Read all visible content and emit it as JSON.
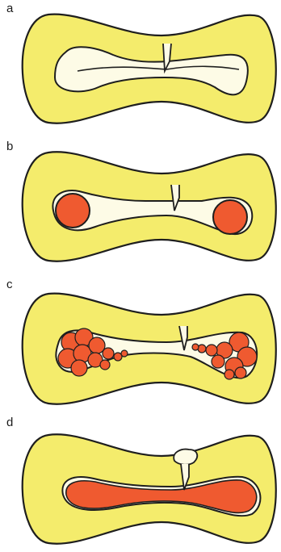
{
  "panels": [
    {
      "label": "a",
      "stage": "empty-lumen"
    },
    {
      "label": "b",
      "stage": "two-spheres"
    },
    {
      "label": "c",
      "stage": "clustered-spheres"
    },
    {
      "label": "d",
      "stage": "filled-lumen-with-bleb"
    }
  ],
  "colors": {
    "outer_body": "#f4ec6c",
    "lumen": "#fdfbe6",
    "fill_red": "#ef5a30",
    "stroke": "#1e1e1e"
  }
}
